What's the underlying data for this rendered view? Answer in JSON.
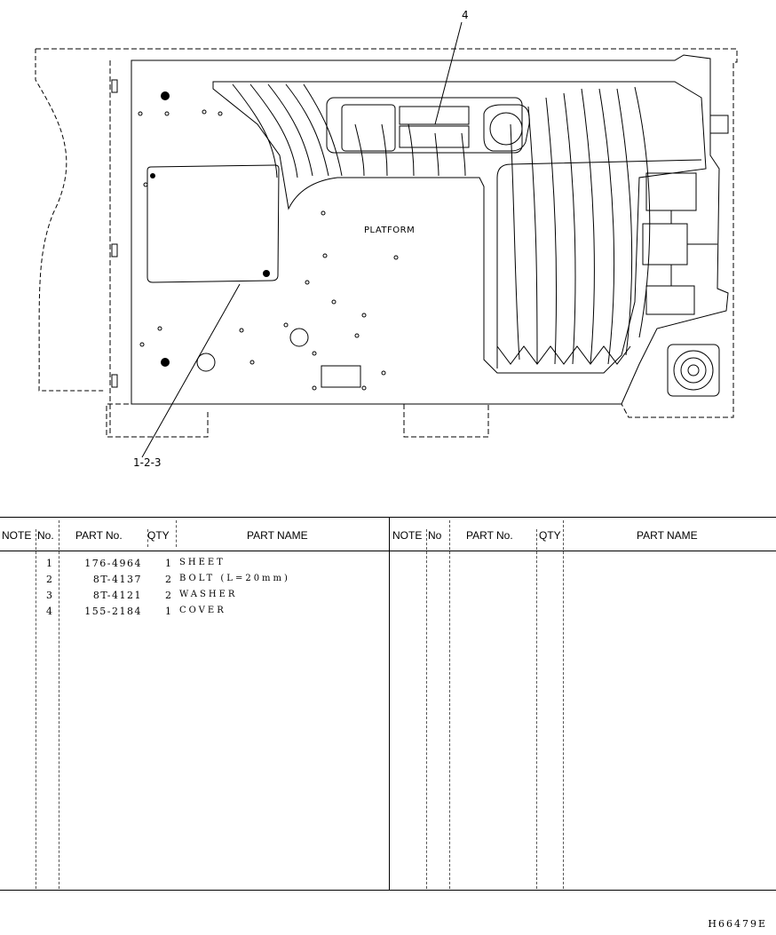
{
  "drawing": {
    "callout_cover": "4",
    "callout_sheet": "1-2-3",
    "plate_label": "PLATFORM"
  },
  "table": {
    "headers": {
      "note": "NOTE",
      "no": "No.",
      "part_no": "PART No.",
      "qty": "QTY",
      "part_name": "PART NAME"
    },
    "headers_right": {
      "note": "NOTE",
      "no": "No",
      "part_no": "PART No.",
      "qty": "QTY",
      "part_name": "PART NAME"
    },
    "rows": [
      {
        "no": "1",
        "part_no": "176-4964",
        "qty": "1",
        "name": "SHEET"
      },
      {
        "no": "2",
        "part_no": "8T-4137",
        "qty": "2",
        "name": "BOLT (L=20mm)"
      },
      {
        "no": "3",
        "part_no": "8T-4121",
        "qty": "2",
        "name": "WASHER"
      },
      {
        "no": "4",
        "part_no": "155-2184",
        "qty": "1",
        "name": "COVER"
      }
    ]
  },
  "footer": {
    "drawing_code": "H66479E"
  }
}
